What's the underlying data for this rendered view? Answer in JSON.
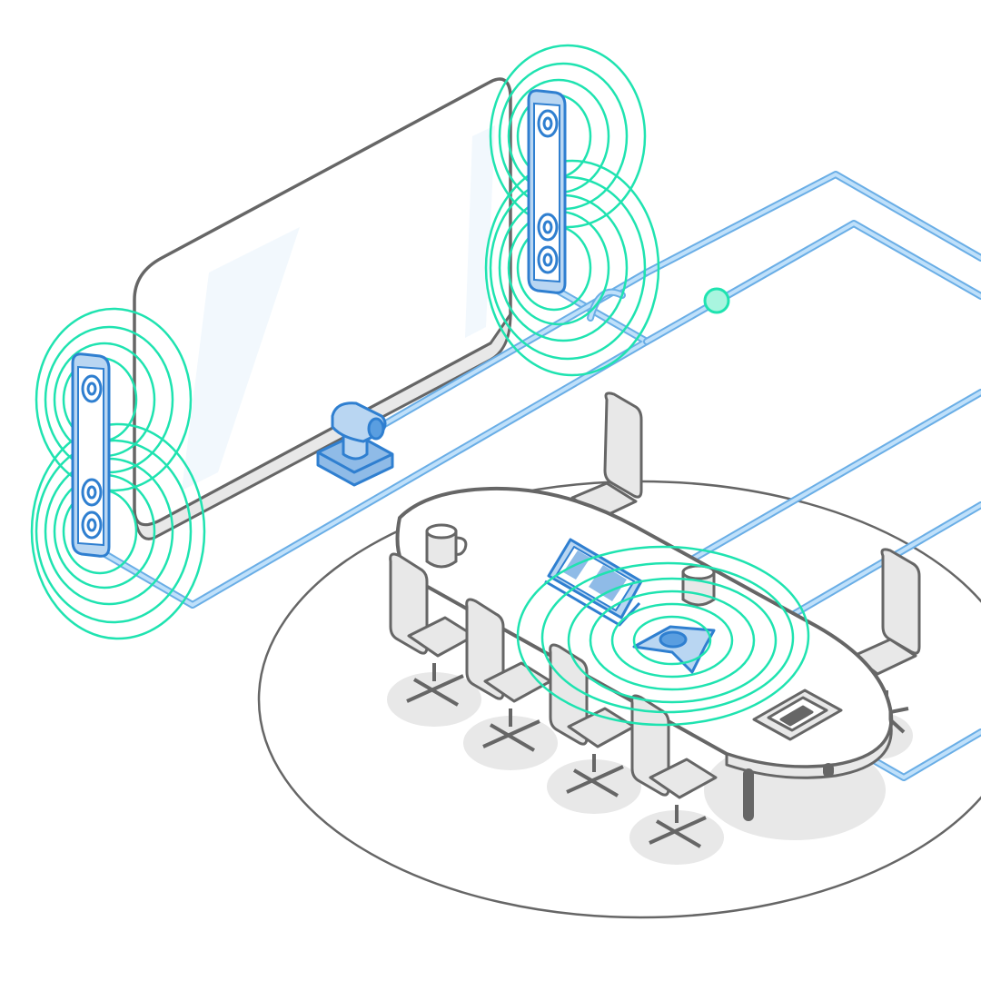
{
  "diagram": {
    "title": "",
    "labels": []
  },
  "colors": {
    "background": "#ffffff",
    "outline": "#666666",
    "fill_light": "#e8e8e8",
    "cable": "#9ccbf0",
    "cable_border": "#6aaee6",
    "device_blue": "#2f7fd0",
    "device_fill": "#b9d6f2",
    "signal": "#1fe3b0",
    "node_fill": "#a9f5df"
  },
  "icons": {
    "wall_speaker_left": "wall-speaker-icon",
    "wall_speaker_right": "wall-speaker-icon",
    "ptz_camera": "ptz-camera-icon",
    "tablet": "tablet-icon",
    "conference_speakerphone": "speakerphone-icon",
    "table_connector": "connector-box-icon",
    "network_node": "network-node-icon",
    "mug": "mug-icon"
  },
  "counts": {
    "chairs_front_row": 4,
    "chairs_back": 2,
    "signal_rings": 6
  }
}
